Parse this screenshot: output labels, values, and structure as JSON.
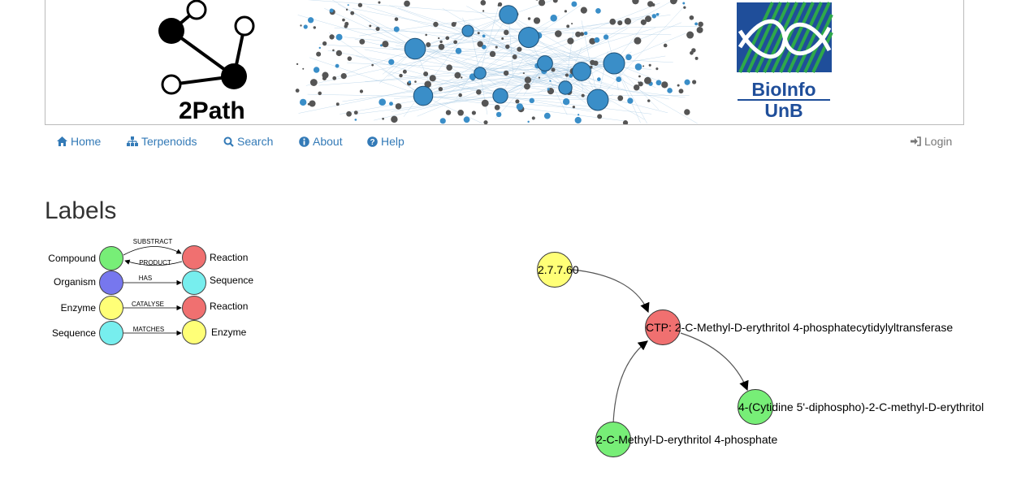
{
  "banner": {
    "logo_left_text": "2Path",
    "logo_right_line1": "BioInfo",
    "logo_right_line2": "UnB",
    "colors": {
      "network_node": "#3a8ec8",
      "network_dark": "#555555",
      "unb_blue": "#1f4e9a",
      "unb_green": "#2ea84a"
    }
  },
  "nav": {
    "items": [
      {
        "label": "Home",
        "icon": "home-icon"
      },
      {
        "label": "Terpenoids",
        "icon": "sitemap-icon"
      },
      {
        "label": "Search",
        "icon": "search-icon"
      },
      {
        "label": "About",
        "icon": "info-circle-icon"
      },
      {
        "label": "Help",
        "icon": "question-circle-icon"
      }
    ],
    "login_label": "Login",
    "login_icon": "sign-in-icon",
    "link_color": "#337ab7"
  },
  "page": {
    "title": "Labels"
  },
  "legend": {
    "rows": [
      {
        "left": "Compound",
        "edge": "SUBSTRACT",
        "edge2": "PRODUCT",
        "right": "Reaction",
        "left_color": "#77ee77",
        "right_color": "#f07070"
      },
      {
        "left": "Organism",
        "edge": "HAS",
        "right": "Sequence",
        "left_color": "#7777ee",
        "right_color": "#77eeee"
      },
      {
        "left": "Enzyme",
        "edge": "CATALYSE",
        "right": "Reaction",
        "left_color": "#ffff77",
        "right_color": "#f07070"
      },
      {
        "left": "Sequence",
        "edge": "MATCHES",
        "right": "Enzyme",
        "left_color": "#77eeee",
        "right_color": "#ffff77"
      }
    ]
  },
  "graph": {
    "nodes": {
      "enzyme": {
        "label": "2.7.7.60",
        "color": "#ffff77"
      },
      "reaction": {
        "label": "CTP: 2-C-Methyl-D-erythritol 4-phosphatecytidylyltransferase",
        "color": "#f07070"
      },
      "product": {
        "label": "4-(Cytidine 5'-diphospho)-2-C-methyl-D-erythritol",
        "color": "#77ee77"
      },
      "substrate": {
        "label": "2-C-Methyl-D-erythritol 4-phosphate",
        "color": "#77ee77"
      }
    }
  }
}
